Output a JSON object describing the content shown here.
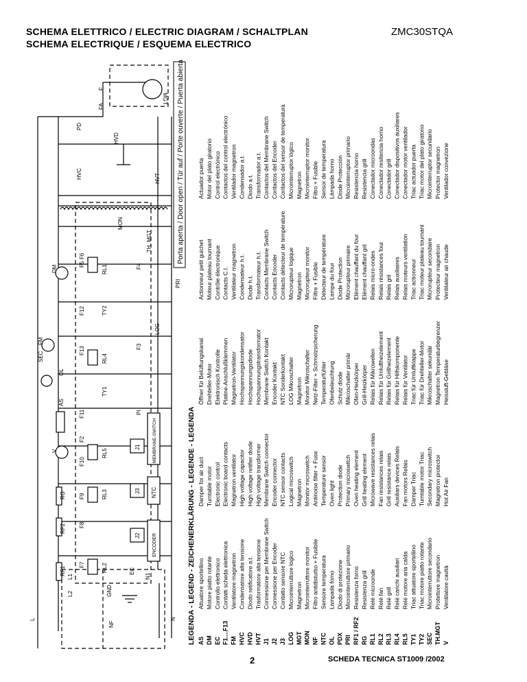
{
  "header": {
    "title_line1": "SCHEMA ELETTRICO / ELECTRIC DIAGRAM / SCHALTPLAN",
    "title_line2": "SCHEMA ELECTRIQUE / ESQUEMA ELECTRICO",
    "model": "ZMC30STQA"
  },
  "footer": {
    "page_number": "2",
    "doc_ref": "SCHEDA TECNICA  ST1009 /2002"
  },
  "diagram": {
    "door_label": "Porta aperta / Door open / Tür auf / Porte ouverte / Puerta abierta",
    "components": {
      "L": "L",
      "N": "N",
      "L1": "L1",
      "L2": "L2",
      "N1": "N1",
      "NF": "NF",
      "GND": "GND",
      "F": "F",
      "FA": "FA",
      "MGT": "MGT",
      "PD": "PD",
      "HVC": "HVC",
      "HVD": "HVD",
      "HVT": "HVT",
      "MON": "MON",
      "TH_MGT": "TH. MGT",
      "F4": "F4",
      "F5": "F5",
      "F6": "F6",
      "RL1": "RL1",
      "DM": "DM",
      "PRI": "PRI",
      "F12": "F12",
      "TY2": "TY2",
      "LOG": "LOG",
      "F3": "F3",
      "FM": "FM",
      "F13": "F13",
      "RL4": "RL4",
      "SEC": "SEC",
      "OL": "OL",
      "TY1": "TY1",
      "AS": "AS",
      "F11": "F11",
      "PI": "PI",
      "V": "V",
      "F2": "F2",
      "RL5": "RL5",
      "J1": "J1",
      "MEMBRANE": "MEMBRANE-SWITCH",
      "F10": "F10",
      "RL3": "RL3",
      "J3": "J3",
      "NTC": "NTC",
      "RG": "RG",
      "F9": "F9",
      "RF2": "RF2",
      "F8": "F8",
      "J2": "J2",
      "ENCODER": "ENCODER",
      "RF1": "RF1",
      "F7": "F7",
      "RL2": "RL2",
      "EC": "EC"
    }
  },
  "legend": {
    "heading": "LEGENDA  - LEGEND - ZEICHENERKLÄRUNG - LEGENDE - LEGENDA",
    "codes": [
      "AS",
      "DM",
      "EC",
      "F1....F13",
      "FM",
      "HVC",
      "HVD",
      "HVT",
      "J1",
      "J2",
      "J3",
      "LOG",
      "MGT",
      "MON",
      "NF",
      "NTC",
      "OL",
      "PDX",
      "PRI",
      "RF1 / RF2",
      "RG",
      "RL1",
      "RL2",
      "RL3",
      "RL4",
      "RL5",
      "TY1",
      "TY2",
      "SEC",
      "TH.MGT",
      "V"
    ],
    "italian": [
      "Attuatore sportellino",
      "Motore piatto rotante",
      "Controllo elettronico",
      "Contatti scheda elettronica",
      "Ventilatore magnetron",
      "Condensatore alta tensione",
      "Diodo retificatore a.t.",
      "Trasformatore alta tensione",
      "Connessione per Membrane Switch",
      "Connessione per Encoder",
      "Contatto sensore NTC",
      "Microinterruttore logico",
      "Magnetron",
      "Microinterruttore monitor",
      "Filtro antidisturbo + Fusibile",
      "Sensore temperatura",
      "Lampada forno",
      "Diodo di protezione",
      "Microinterruttore primario",
      "Resistenza forno",
      "Resistenza grill",
      "Relè microonde",
      "Relè fan",
      "Relè grill",
      "Relè carichi ausiliari",
      "Relè motore aria calda",
      "Triac attuatore sportellino",
      "Triac motore piatto rotante",
      "Microinterruttore secondario",
      "Protettore magnetron",
      "Ventilatore cavità"
    ],
    "english": [
      "Damper for air duct",
      "Turntable motor",
      "Electronic control",
      "Electronic board contacts",
      "Magnetron ventilator",
      "High voltage capacitor",
      "High voltage retifier diode",
      "High voltage transformer",
      "Membrane Switch connector",
      "Encoder connector",
      "NTC sensor contacts",
      "Logical microswitch",
      "Magnetron",
      "Monitor microswitch",
      "Antinoise filter + Fuse",
      "Temperature sensor",
      "Oven light",
      "Protection diode",
      "Primary microswitch",
      "Oven heating element",
      "Grill heating element",
      "Microwave resistances relais",
      "Fan resistances relais",
      "Grill resistance relais",
      "Auxiliars devices Relais",
      "Fan motors Relais",
      "Damper Triac",
      "Turntable motor Triac",
      "Secondary microswitch",
      "Magnetron protector",
      "Hot Air Fan"
    ],
    "german": [
      "Öffner für Belüftungskanal",
      "Drehteller-Motor",
      "Elektronisch Kontrolle",
      "Platine-Anschlußklemmen",
      "Magnetron-Ventilator",
      "Hochspannungskondensator",
      "Hochspannungsdiode",
      "Hochspannungstransformator",
      "Membrane Switch Kontakt",
      "Encoder Kontakt",
      "NTC Sonderkontakt",
      "LOG Mikroschalter",
      "Magnetron",
      "Monitor Mikroschalter",
      "Netz-Filter + Schmelzsicherung",
      "Temperaturfühler",
      "Ofenbeleuchtung",
      "Schutz diode",
      "Mikroschalter primär",
      "Ofen-Heizkörper",
      "Grill-Heizkörper",
      "Relais für Mikrowellen",
      "Relais für Umluftheizelement",
      "Relais für Grillheizelement",
      "Relais für Hilfskomponente",
      "Relais für Ventilator",
      "Triac für Umluftklappe",
      "Triac für Drehteller-Motor",
      "Mikroschalter sekundär",
      "Magnetron Temperaturbegrenzer",
      "Heissluft-Gebläse"
    ],
    "french": [
      "Actionneur petit guichet",
      "Moteur plateau tournant",
      "Contrôle électronique",
      "Contacts C.I.",
      "Ventilateur magnetron",
      "Condensateur h.t.",
      "Diode h.t.",
      "Transformateur h.t.",
      "Contacts Membrane Switch",
      "Contacts Encoder",
      "Contacts détecteur de température",
      "Microrupteur logique",
      "Magnetron",
      "Microrupteur monitor",
      "Filtre + Fusible",
      "Détecteur de température",
      "Lampe du four",
      "Diode Protection",
      "Microrupteur primaire",
      "Elément chauffant du four",
      "Elément chauffant gril",
      "Relais micro-ondes",
      "Relais résistances four",
      "Relais gril",
      "Relais auxiliaires",
      "Relais moteurs ventilation",
      "Triac actionneur",
      "Triac moteur plateau tournant",
      "Microrupteur secondaire",
      "Protecteur magnetron",
      "Ventilateur air chaude"
    ],
    "spanish": [
      "Actuador puerta",
      "Motor del plato giratorio",
      "Control electrónico",
      "Contactos del control electrónico",
      "Ventilador magnetron",
      "Condensador a.t.",
      "Diodo a.t.",
      "Transformador a.t.",
      "Contactos del Membrane Switch",
      "Contactos del Encoder",
      "Contactos del sensor de temperatura",
      "Microinterruptor lógico",
      "Magnetron",
      "Microinterruptor monitor",
      "Filtro + Fusible",
      "Sensor de temperatura",
      "Lámpada horno",
      "Diode Protección",
      "Microinterruptor primario",
      "Resistencia horno",
      "Resistencia grill",
      "Conectador microondas",
      "Conectador resitencia horno",
      "Conectador grill",
      "Conectador dispositivos auxiliares",
      "Conectador  motor ventilador",
      "Triac actuador puerta",
      "Triac motor del plato giratorio",
      "Microinterruptor secundario",
      "Protector magnetron",
      "Ventilador convezione"
    ]
  }
}
